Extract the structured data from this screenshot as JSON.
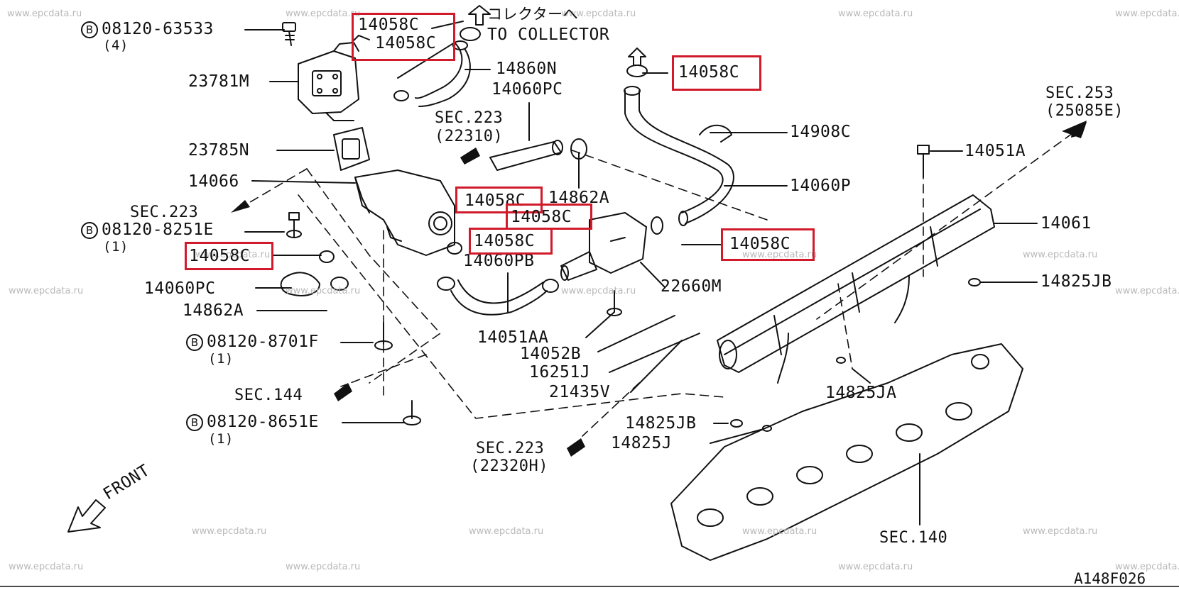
{
  "watermark": "www.epcdata.ru",
  "diagram_ref": "A148F026",
  "front_label": "FRONT",
  "collector_jp": "コレクターへ",
  "collector_en": "TO COLLECTOR",
  "highlight_color": "#d11a2a",
  "bolts": [
    {
      "code": "B",
      "part": "08120-63533",
      "qty": "(4)"
    },
    {
      "code": "B",
      "part": "08120-8251E",
      "qty": "(1)"
    },
    {
      "code": "B",
      "part": "08120-8701F",
      "qty": "(1)"
    },
    {
      "code": "B",
      "part": "08120-8651E",
      "qty": "(1)"
    }
  ],
  "parts": {
    "p23781M": "23781M",
    "p23785N": "23785N",
    "p14066": "14066",
    "p14060PC_a": "14060PC",
    "p14060PC_b": "14060PC",
    "p14862A_a": "14862A",
    "p14862A_b": "14862A",
    "p14860N": "14860N",
    "p14060PB": "14060PB",
    "p14051AA": "14051AA",
    "p14052B": "14052B",
    "p16251J": "16251J",
    "p21435V": "21435V",
    "p22660M": "22660M",
    "p14908C": "14908C",
    "p14060P": "14060P",
    "p14051A": "14051A",
    "p14061": "14061",
    "p14825JB_a": "14825JB",
    "p14825JB_b": "14825JB",
    "p14825JA": "14825JA",
    "p14825J": "14825J"
  },
  "highlighted": {
    "h1": "14058C",
    "h2": "14058C",
    "h3": "14058C",
    "h4": "14058C",
    "h5": "14058C",
    "h6": "14058C",
    "h7": "14058C",
    "h8": "14058C"
  },
  "sections": {
    "sec223_a": "SEC.223",
    "sec223_a_ref": "(22310)",
    "sec223_b": "SEC.223",
    "sec144": "SEC.144",
    "sec223_c": "SEC.223",
    "sec223_c_ref": "(22320H)",
    "sec253": "SEC.253",
    "sec253_ref": "(25085E)",
    "sec140": "SEC.140"
  }
}
